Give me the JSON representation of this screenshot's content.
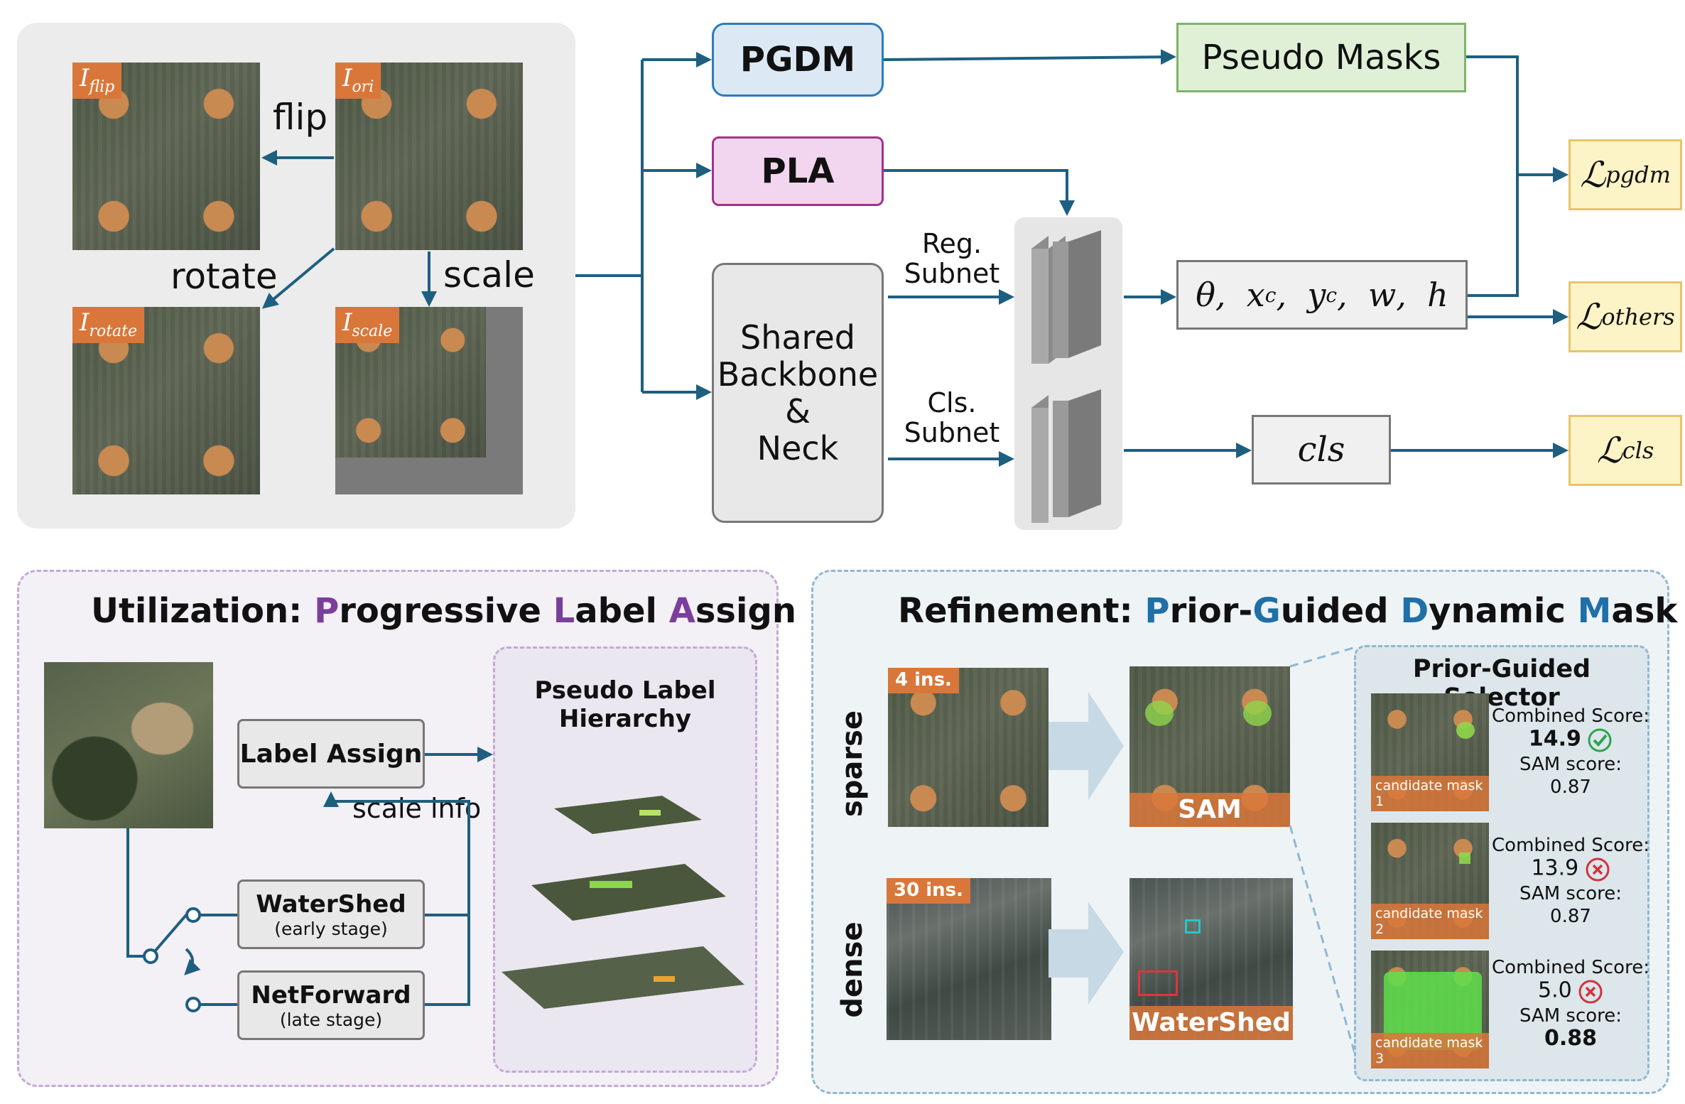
{
  "augment": {
    "tags": {
      "flip": {
        "base": "I",
        "sub": "flip"
      },
      "ori": {
        "base": "I",
        "sub": "ori"
      },
      "rotate": {
        "base": "I",
        "sub": "rotate"
      },
      "scale": {
        "base": "I",
        "sub": "scale"
      }
    },
    "labels": {
      "flip": "flip",
      "rotate": "rotate",
      "scale": "scale"
    }
  },
  "pipeline": {
    "pgdm": "PGDM",
    "pla": "PLA",
    "pseudo_masks": "Pseudo Masks",
    "backbone": [
      "Shared",
      "Backbone",
      "&",
      "Neck"
    ],
    "reg_subnet": [
      "Reg.",
      "Subnet"
    ],
    "cls_subnet": [
      "Cls.",
      "Subnet"
    ],
    "reg_output": "θ,  xc,  yc,  w,  h",
    "reg_vars": [
      "θ",
      "x",
      "c",
      "y",
      "c",
      "w",
      "h"
    ],
    "cls_output": "cls",
    "losses": {
      "pgdm": {
        "base": "ℒ",
        "sub": "pgdm"
      },
      "others": {
        "base": "ℒ",
        "sub": "others"
      },
      "cls": {
        "base": "ℒ",
        "sub": "cls"
      }
    }
  },
  "pla_panel": {
    "title_prefix": "Utilization: ",
    "title_words": [
      {
        "initial": "P",
        "rest": "rogressive "
      },
      {
        "initial": "L",
        "rest": "abel "
      },
      {
        "initial": "A",
        "rest": "ssign"
      }
    ],
    "label_assign": "Label Assign",
    "scale_info": "scale info",
    "watershed": {
      "name": "WaterShed",
      "stage": "(early stage)"
    },
    "netforward": {
      "name": "NetForward",
      "stage": "(late stage)"
    },
    "hierarchy_title": [
      "Pseudo Label",
      "Hierarchy"
    ],
    "accent": "#7a3f9a"
  },
  "pgdm_panel": {
    "title_prefix": "Refinement: ",
    "title_words": [
      {
        "initial": "P",
        "rest": "rior-"
      },
      {
        "initial": "G",
        "rest": "uided "
      },
      {
        "initial": "D",
        "rest": "ynamic "
      },
      {
        "initial": "M",
        "rest": "ask"
      }
    ],
    "accent": "#1f6fa8",
    "sparse": {
      "row": "sparse",
      "count": "4 ins.",
      "method": "SAM"
    },
    "dense": {
      "row": "dense",
      "count": "30 ins.",
      "method": "WaterShed"
    },
    "selector": {
      "title": "Prior-Guided Selector",
      "candidates": [
        {
          "label": "candidate mask 1",
          "combined_label": "Combined Score:",
          "combined": "14.9",
          "sam_label": "SAM score:",
          "sam": "0.87",
          "status": "check-icon"
        },
        {
          "label": "candidate mask 2",
          "combined_label": "Combined Score:",
          "combined": "13.9",
          "sam_label": "SAM score:",
          "sam": "0.87",
          "status": "cross-icon"
        },
        {
          "label": "candidate mask 3",
          "combined_label": "Combined Score:",
          "combined": "5.0",
          "sam_label": "SAM score:",
          "sam": "0.88",
          "status": "cross-icon"
        }
      ]
    }
  },
  "colors": {
    "arrow": "#1e5f80",
    "pgdm_fill": "#dce9f5",
    "pgdm_border": "#2d7bbf",
    "pla_fill": "#f2d5ee",
    "pla_border": "#a2338c",
    "pseudo_fill": "#dff0d6",
    "pseudo_border": "#7fb369",
    "loss_fill": "#fcf3c6",
    "loss_border": "#e6c56a",
    "tag_orange": "#d9773a",
    "check": "#2ea44f",
    "cross": "#d0343c"
  }
}
